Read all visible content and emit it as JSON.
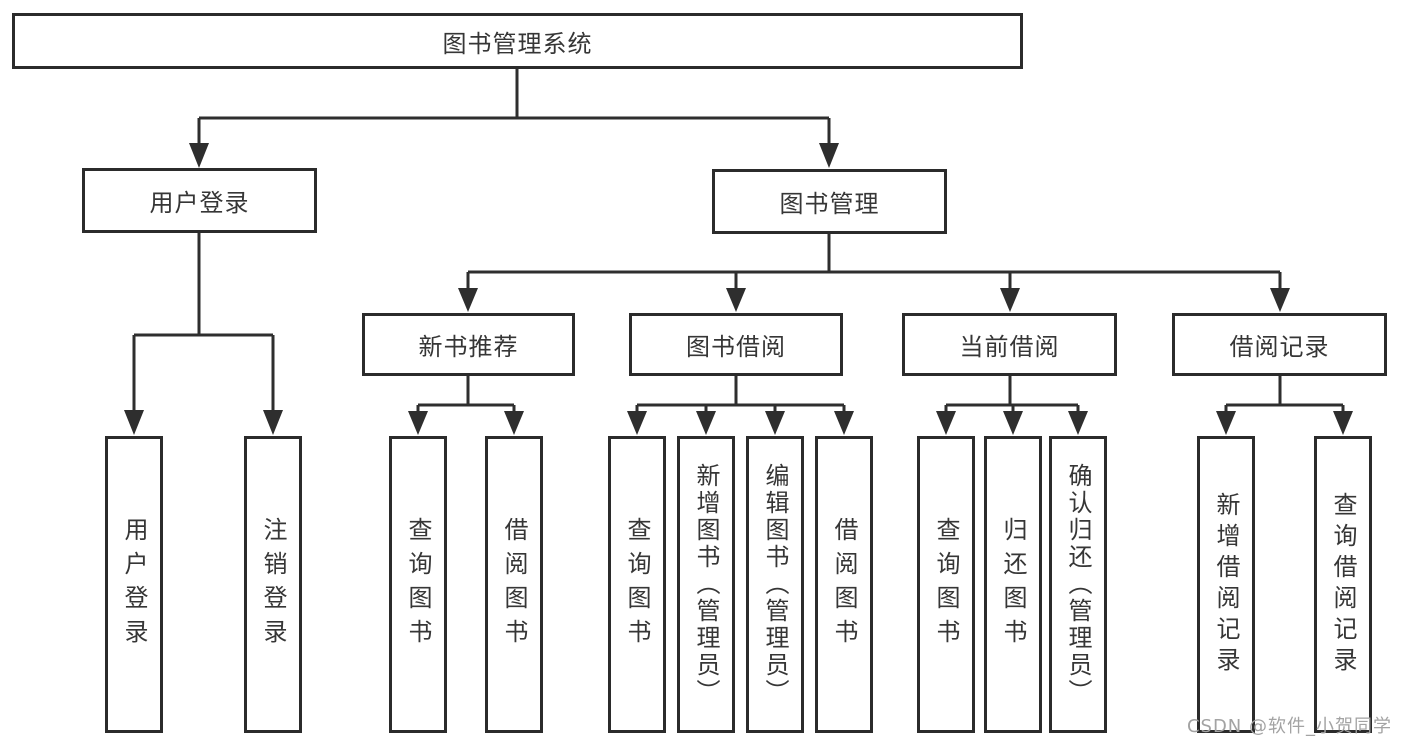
{
  "tree": {
    "root": {
      "label": "图书管理系统"
    },
    "children": [
      {
        "label": "用户登录",
        "children": [
          {
            "label": "用户登录"
          },
          {
            "label": "注销登录"
          }
        ]
      },
      {
        "label": "图书管理",
        "children": [
          {
            "label": "新书推荐",
            "children": [
              {
                "label": "查询图书"
              },
              {
                "label": "借阅图书"
              }
            ]
          },
          {
            "label": "图书借阅",
            "children": [
              {
                "label": "查询图书"
              },
              {
                "label": "新增图书（管理员）"
              },
              {
                "label": "编辑图书（管理员）"
              },
              {
                "label": "借阅图书"
              }
            ]
          },
          {
            "label": "当前借阅",
            "children": [
              {
                "label": "查询图书"
              },
              {
                "label": "归还图书"
              },
              {
                "label": "确认归还（管理员）"
              }
            ]
          },
          {
            "label": "借阅记录",
            "children": [
              {
                "label": "新增借阅记录"
              },
              {
                "label": "查询借阅记录"
              }
            ]
          }
        ]
      }
    ]
  },
  "watermark": {
    "text": "CSDN @软件_小贺同学"
  },
  "colors": {
    "line": "#2e2e2e",
    "box_border": "#2b2b2b",
    "box_background": "#ffffff",
    "text": "#363636",
    "watermark": "#a3a3a3",
    "page_background": "#ffffff"
  }
}
